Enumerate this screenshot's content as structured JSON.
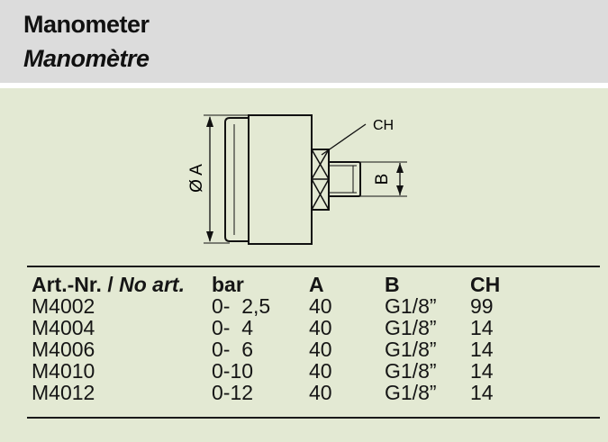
{
  "title": {
    "de": "Manometer",
    "fr": "Manomètre"
  },
  "drawing": {
    "label_diameter": "Ø A",
    "label_b": "B",
    "label_ch": "CH"
  },
  "table": {
    "header": {
      "art_main": "Art.-Nr. / ",
      "art_alt": "No art.",
      "bar": "bar",
      "a": "A",
      "b": "B",
      "ch": "CH"
    },
    "rows": [
      {
        "art": "M4002",
        "bar": "0-  2,5",
        "a": "40",
        "b": "G1/8”",
        "ch": "99"
      },
      {
        "art": "M4004",
        "bar": "0-  4",
        "a": "40",
        "b": "G1/8”",
        "ch": "14"
      },
      {
        "art": "M4006",
        "bar": "0-  6",
        "a": "40",
        "b": "G1/8”",
        "ch": "14"
      },
      {
        "art": "M4010",
        "bar": "0-10",
        "a": "40",
        "b": "G1/8”",
        "ch": "14"
      },
      {
        "art": "M4012",
        "bar": "0-12",
        "a": "40",
        "b": "G1/8”",
        "ch": "14"
      }
    ]
  }
}
